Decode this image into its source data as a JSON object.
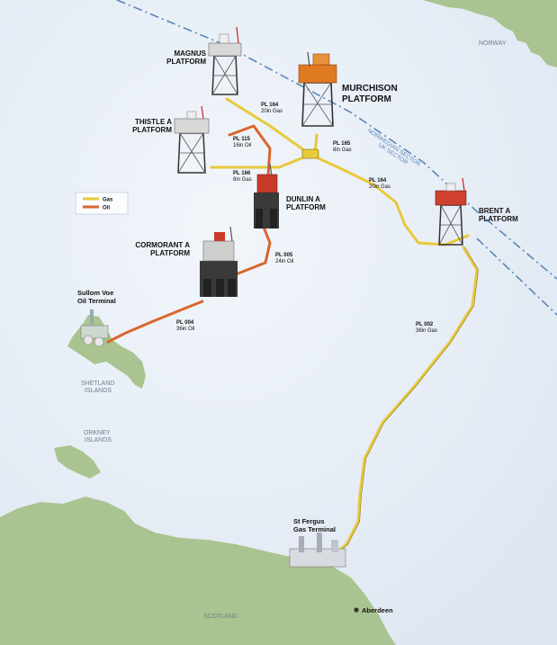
{
  "regions": {
    "norway": "NORWAY",
    "shetland": [
      "SHETLAND",
      "ISLANDS"
    ],
    "orkney": [
      "ORKNEY",
      "ISLANDS"
    ],
    "scotland": "SCOTLAND"
  },
  "sector": {
    "norwegian": "NORWEGIAN SECTOR",
    "uk": "UK SECTOR"
  },
  "platforms": {
    "magnus": [
      "MAGNUS",
      "PLATFORM"
    ],
    "murchison": [
      "MURCHISON",
      "PLATFORM"
    ],
    "thistle": [
      "THISTLE A",
      "PLATFORM"
    ],
    "dunlin": [
      "DUNLIN A",
      "PLATFORM"
    ],
    "cormorant": [
      "CORMORANT A",
      "PLATFORM"
    ],
    "brent": [
      "BRENT A",
      "PLATFORM"
    ]
  },
  "terminals": {
    "sullom": [
      "Sullom Voe",
      "Oil Terminal"
    ],
    "stfergus": [
      "St Fergus",
      "Gas Terminal"
    ]
  },
  "city": "Aberdeen",
  "pipelines": {
    "pl164a": [
      "PL 164",
      "20in Gas"
    ],
    "pl115": [
      "PL 115",
      "16in Oil"
    ],
    "pl165": [
      "PL 165",
      "8in Gas"
    ],
    "pl166": [
      "PL 166",
      "8in Gas"
    ],
    "pl164b": [
      "PL 164",
      "20in Gas"
    ],
    "pl005": [
      "PL 005",
      "24in Oil"
    ],
    "pl004": [
      "PL 004",
      "36in Oil"
    ],
    "pl002": [
      "PL 002",
      "36in Gas"
    ]
  },
  "legend": {
    "gas": "Gas",
    "oil": "Oil"
  },
  "colors": {
    "sea": "#e6ecf5",
    "land": "#a9c490",
    "gas": "#e8c93a",
    "oil": "#d9652b",
    "sector_line": "#5a86b8"
  }
}
